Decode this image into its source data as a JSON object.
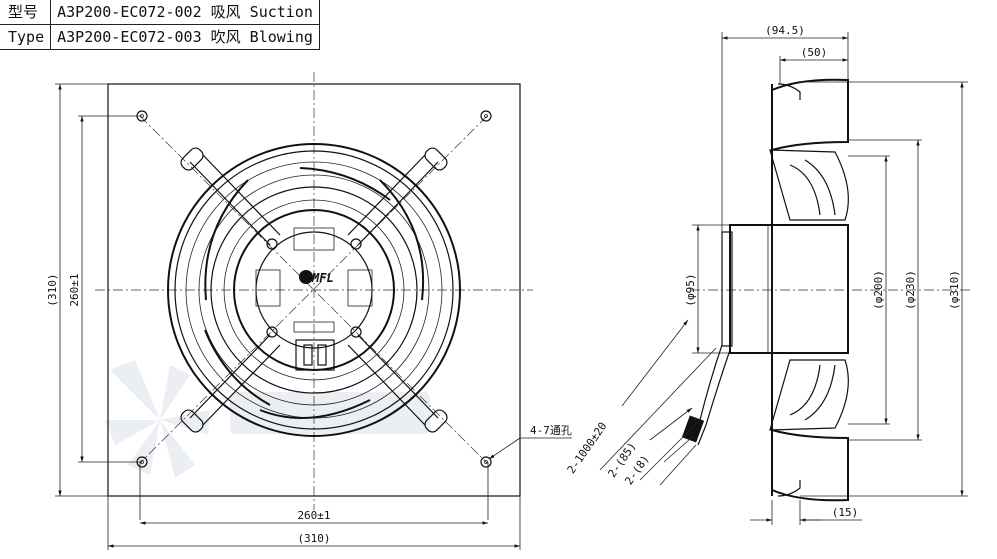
{
  "spec_table": {
    "rows": [
      {
        "label": "型号",
        "value": "A3P200-EC072-002 吸风 Suction"
      },
      {
        "label": "Type",
        "value": "A3P200-EC072-003 吹风 Blowing"
      }
    ]
  },
  "front_view": {
    "width_outer": "(310)",
    "width_holes": "260±1",
    "height_outer": "(310)",
    "height_holes": "260±1",
    "hole_note": "4-7通孔"
  },
  "side_view": {
    "depth_total": "(94.5)",
    "depth_motor": "(50)",
    "flange": "(15)",
    "dia_hub": "(φ95)",
    "dia_impeller": "(φ200)",
    "dia_ring": "(φ230)",
    "dia_plate": "(φ310)",
    "cable_length": "2-1000±20",
    "cable_85": "2-(85)",
    "cable_8": "2-(8)"
  },
  "colors": {
    "line": "#111111",
    "watermark": "#8fa3bf"
  }
}
